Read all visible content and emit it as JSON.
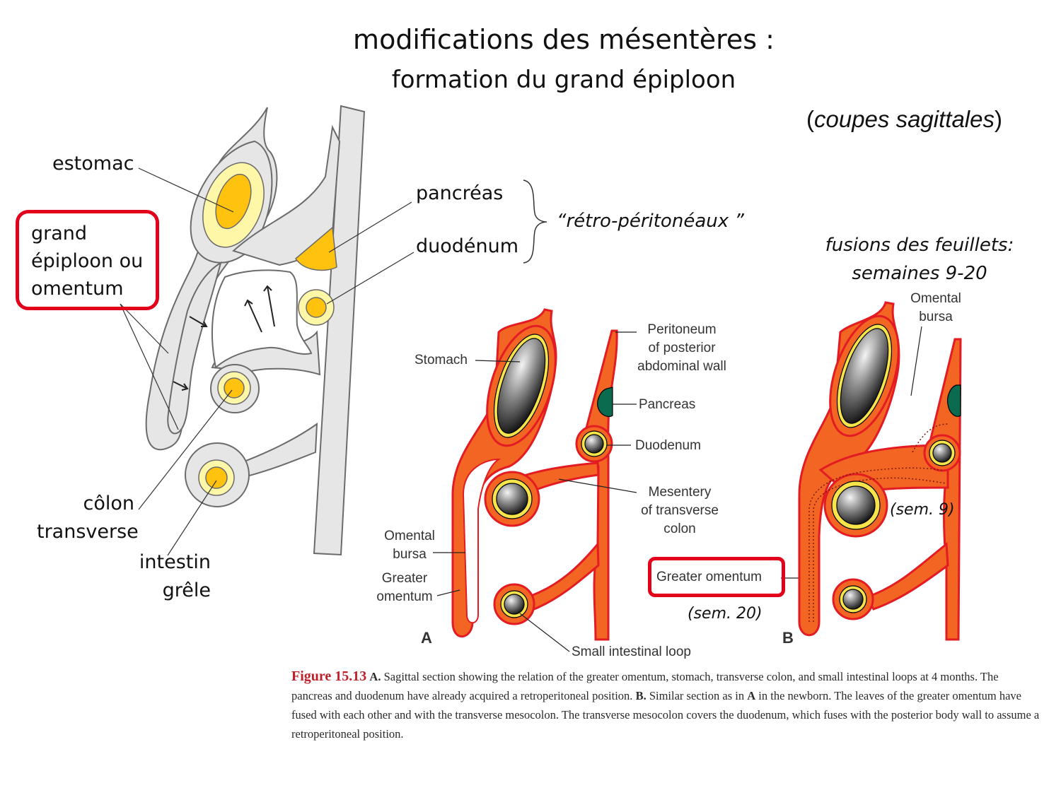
{
  "title": "modifications des mésentères :",
  "subtitle": "formation du grand épiploon",
  "view_note": {
    "open": "(",
    "text": "coupes sagittales",
    "close": ")"
  },
  "left_diagram": {
    "labels": {
      "estomac": "estomac",
      "grand_epiploon_line1": "grand",
      "grand_epiploon_line2": "épiploon ou",
      "grand_epiploon_line3": "omentum",
      "pancreas": "pancréas",
      "duodenum": "duodénum",
      "retro": "“rétro-péritonéaux ”",
      "colon_line1": "côlon",
      "colon_line2": "transverse",
      "intestin_line1": "intestin",
      "intestin_line2": "grêle"
    }
  },
  "fusion_note": {
    "line1": "fusions des feuillets:",
    "line2": "semaines 9-20"
  },
  "figure_a": {
    "letter": "A",
    "labels": {
      "stomach": "Stomach",
      "peritoneum_line1": "Peritoneum",
      "peritoneum_line2": "of posterior",
      "peritoneum_line3": "abdominal wall",
      "pancreas": "Pancreas",
      "duodenum": "Duodenum",
      "mesentery_line1": "Mesentery",
      "mesentery_line2": "of transverse",
      "mesentery_line3": "colon",
      "omental_bursa_line1": "Omental",
      "omental_bursa_line2": "bursa",
      "greater_omentum_line1": "Greater",
      "greater_omentum_line2": "omentum",
      "small_intestinal_loop": "Small intestinal loop"
    }
  },
  "figure_b": {
    "letter": "B",
    "labels": {
      "omental_bursa_line1": "Omental",
      "omental_bursa_line2": "bursa",
      "greater_omentum": "Greater omentum",
      "sem9": "(sem. 9)",
      "sem20": "(sem. 20)"
    }
  },
  "caption": {
    "figure_label": "Figure 15.13",
    "part_a_letter": "A.",
    "text_a": " Sagittal section showing the relation of the greater omentum, stomach, transverse colon, and small intestinal loops at 4 months. The pancreas and duodenum have already acquired a retroperitoneal position. ",
    "part_b_letter": "B.",
    "text_b_pre": " Similar section as in ",
    "text_b_ref": "A",
    "text_b_post": " in the newborn. The leaves of the greater omentum have fused with each other and with the transverse mesocolon. The transverse mesocolon covers the duodenum, which fuses with the posterior body wall to assume a retroperitoneal position."
  },
  "colors": {
    "red_box": "#e3001b",
    "orange_tissue": "#f26522",
    "red_outline": "#e31b23",
    "gray_tissue": "#e6e6e6",
    "pale_yellow": "#fff7a8",
    "organ_yellow": "#ffc20e",
    "pancreas_green": "#0b6b4f",
    "caption_red": "#c0202a"
  }
}
